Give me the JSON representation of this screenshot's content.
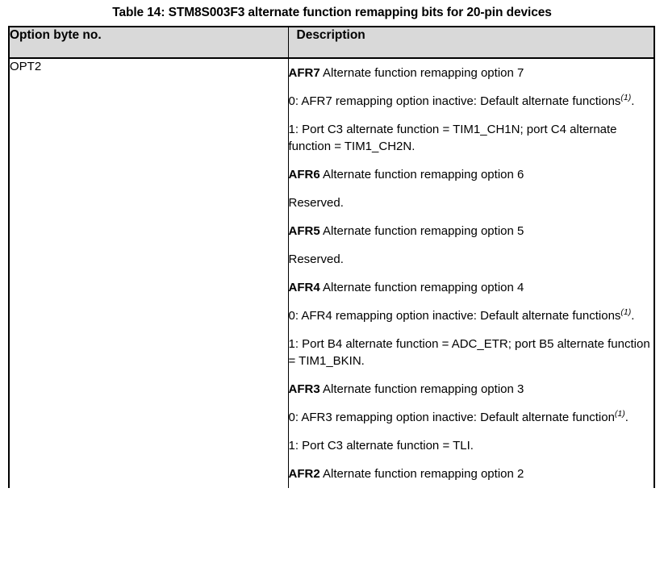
{
  "document": {
    "caption": "Table 14: STM8S003F3 alternate function remapping bits for 20-pin devices",
    "table": {
      "headers": [
        "Option byte no.",
        "Description"
      ],
      "header_bg": "#d9d9d9",
      "border_color": "#000000",
      "rows": [
        {
          "option_byte": "OPT2",
          "description_blocks": [
            {
              "bit": "AFR7",
              "text": " Alternate function remapping option 7"
            },
            {
              "bit": "",
              "text": "0: AFR7 remapping option inactive: Default alternate functions",
              "superscript": "(1)",
              "tail": "."
            },
            {
              "bit": "",
              "text": "1: Port C3 alternate function = TIM1_CH1N; port C4 alternate function = TIM1_CH2N."
            },
            {
              "bit": "AFR6",
              "text": " Alternate function remapping option 6"
            },
            {
              "bit": "",
              "text": "Reserved."
            },
            {
              "bit": "AFR5",
              "text": " Alternate function remapping option 5"
            },
            {
              "bit": "",
              "text": "Reserved."
            },
            {
              "bit": "AFR4",
              "text": " Alternate function remapping option 4"
            },
            {
              "bit": "",
              "text": "0: AFR4 remapping option inactive: Default alternate functions",
              "superscript": "(1)",
              "tail": "."
            },
            {
              "bit": "",
              "text": "1: Port B4 alternate function = ADC_ETR; port B5 alternate function = TIM1_BKIN."
            },
            {
              "bit": "AFR3",
              "text": " Alternate function remapping option 3"
            },
            {
              "bit": "",
              "text": "0: AFR3 remapping option inactive: Default alternate function",
              "superscript": "(1)",
              "tail": "."
            },
            {
              "bit": "",
              "text": "1: Port C3 alternate function = TLI."
            },
            {
              "bit": "AFR2",
              "text": " Alternate function remapping option 2"
            }
          ]
        }
      ]
    }
  }
}
